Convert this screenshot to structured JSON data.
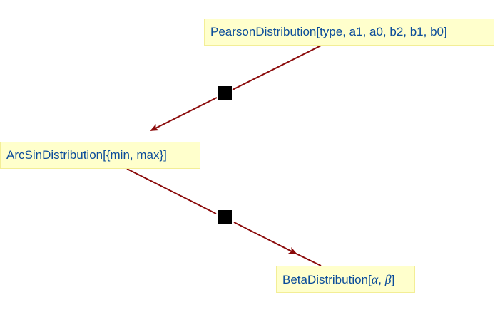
{
  "colors": {
    "edge": "#8b0a0a",
    "node_fill": "#ffffcc",
    "node_border": "#f3ee96",
    "node_text": "#0b4c9a",
    "marker": "#000000"
  },
  "nodes": {
    "pearson": {
      "label": "PearsonDistribution[type, a1, a0, b2, b1, b0]"
    },
    "arcsin": {
      "label": "ArcSinDistribution[{min, max}]"
    },
    "beta": {
      "prefix": "BetaDistribution[",
      "alpha": "α",
      "sep": ", ",
      "beta": "β",
      "suffix": "]"
    }
  },
  "edges": [
    {
      "from": "pearson",
      "to": "arcsin",
      "marker_icon": "filled-square"
    },
    {
      "from": "arcsin",
      "to": "beta",
      "marker_icon": "filled-square"
    }
  ]
}
